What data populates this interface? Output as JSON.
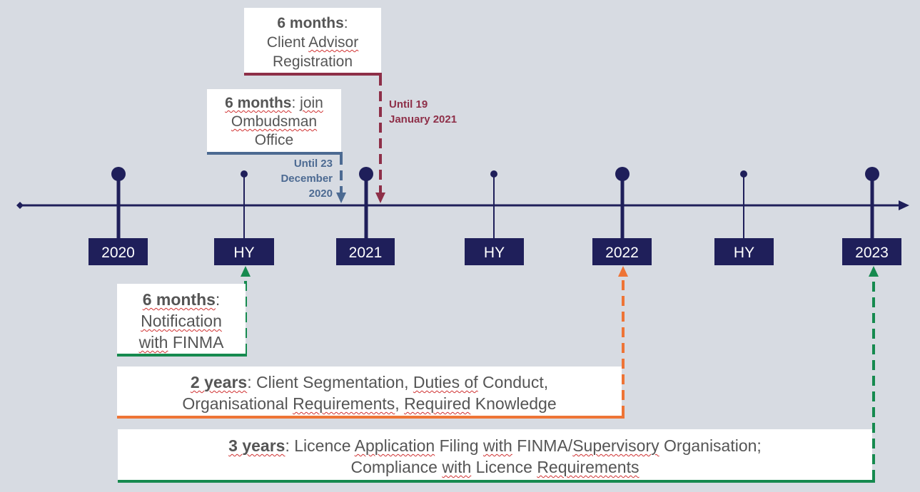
{
  "colors": {
    "background": "#d7dbe2",
    "axis": "#1f1f5a",
    "maroon": "#8e2f48",
    "slate_blue": "#4c6a92",
    "green": "#168a4f",
    "orange": "#ee7436"
  },
  "timeline": {
    "labels": [
      "2020",
      "HY",
      "2021",
      "HY",
      "2022",
      "HY",
      "2023"
    ]
  },
  "milestones": {
    "client_advisor": {
      "duration": "6 months",
      "rest_1": "Client ",
      "rest_2": "Advisor",
      "rest_3": "Registration",
      "until_1": "Until 19",
      "until_2": "January 2021"
    },
    "ombudsman": {
      "duration": "6 months",
      "join": "join",
      "ombudsman": "Ombudsman",
      "office": "Office",
      "until_1": "Until 23",
      "until_2": "December",
      "until_3": "2020"
    },
    "notification": {
      "duration": "6 months",
      "notification": "Notification",
      "with": "with",
      "finma": " FINMA"
    },
    "two_years": {
      "duration": "2 years",
      "a": ": Client Segmentation, ",
      "duties": "Duties of",
      "b": " Conduct,",
      "c": "Organisational ",
      "requirements": "Requirements",
      "d": ", ",
      "required": "Required",
      "e": " Knowledge"
    },
    "three_years": {
      "duration": "3 years",
      "a": ": Licence ",
      "application": "Application",
      "b": " Filing ",
      "with": "with",
      "c": " FINMA/",
      "supervisory": "Supervisory",
      "d": " Organisation;",
      "compliance": "Compliance ",
      "with2": "with",
      "e": " Licence ",
      "requirements": "Requirements"
    }
  }
}
